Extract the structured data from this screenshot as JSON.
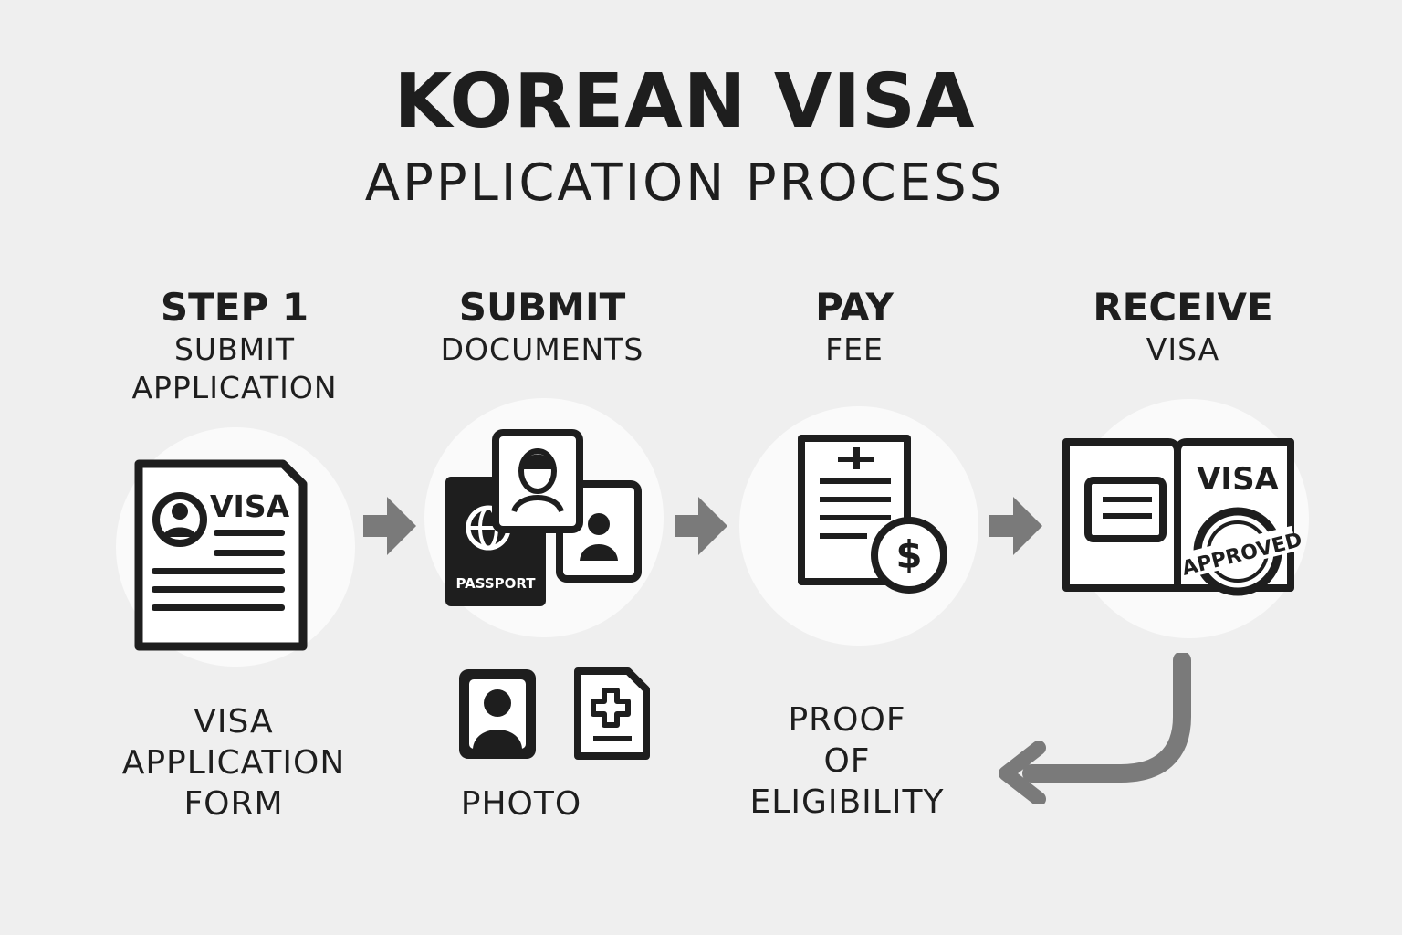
{
  "title": "KOREAN VISA",
  "subtitle": "APPLICATION PROCESS",
  "steps": [
    {
      "heading": "STEP 1",
      "sub_lines": [
        "SUBMIT",
        "APPLICATION"
      ],
      "icon": "visa-application-form-icon",
      "icon_text": "VISA"
    },
    {
      "heading": "SUBMIT",
      "sub_lines": [
        "DOCUMENTS"
      ],
      "icon": "passport-and-photos-icon",
      "icon_text": "PASSPORT"
    },
    {
      "heading": "PAY",
      "sub_lines": [
        "FEE"
      ],
      "icon": "invoice-dollar-icon"
    },
    {
      "heading": "RECEIVE",
      "sub_lines": [
        "VISA"
      ],
      "icon": "approved-visa-book-icon",
      "icon_text": "VISA",
      "stamp_text": "APPROVED"
    }
  ],
  "bottom_items": [
    {
      "lines": [
        "VISA",
        "APPLICATION",
        "FORM"
      ],
      "icon": null
    },
    {
      "lines": [
        "PHOTO"
      ],
      "icons": [
        "photo-portrait-icon",
        "medical-certificate-icon"
      ]
    },
    {
      "lines": [
        "PROOF",
        "OF",
        "ELIGIBILITY"
      ],
      "icon": null
    }
  ],
  "colors": {
    "background": "#efefef",
    "circle": "#fafafa",
    "ink": "#1e1e1e",
    "arrow": "#7a7a7a"
  }
}
